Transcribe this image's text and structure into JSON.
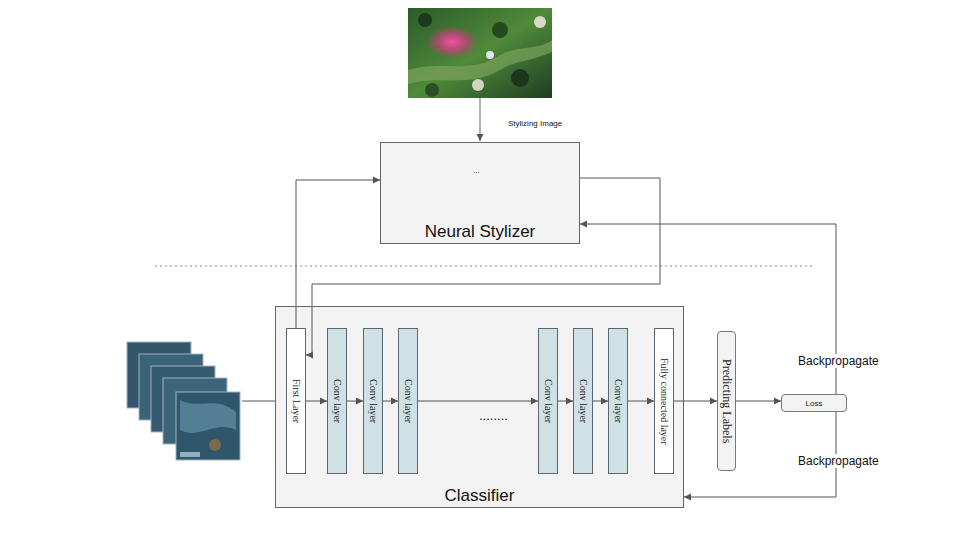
{
  "diagram": {
    "nodes": [
      {
        "text": [
          "Neural Stylizer"
        ]
      },
      {
        "text": [
          "Classifier"
        ]
      },
      {
        "text": [
          "First Layer"
        ],
        "in": 1
      },
      {
        "text": [
          "Conv layer"
        ],
        "in": 1
      },
      {
        "text": [
          "Conv layer"
        ],
        "in": 1
      },
      {
        "text": [
          "Conv layer"
        ],
        "in": 1
      },
      {
        "text": [
          "Conv layer"
        ],
        "in": 1
      },
      {
        "text": [
          "Conv layer"
        ],
        "in": 1
      },
      {
        "text": [
          "Conv layer"
        ],
        "in": 1
      },
      {
        "text": [
          "Fully connected layer"
        ],
        "in": 1
      },
      {
        "text": [
          "Predicting Labels"
        ]
      },
      {
        "text": [
          "Loss"
        ]
      }
    ],
    "edges": [
      {
        "from": 2,
        "to": 3,
        "arrow": "to"
      },
      {
        "from": 3,
        "to": 4,
        "arrow": "to"
      },
      {
        "from": 4,
        "to": 5,
        "arrow": "to"
      },
      {
        "from": 5,
        "to": 6,
        "label": "........",
        "arrow": "to"
      },
      {
        "from": 6,
        "to": 7,
        "arrow": "to"
      },
      {
        "from": 7,
        "to": 8,
        "arrow": "to"
      },
      {
        "from": 8,
        "to": 9,
        "arrow": "to"
      },
      {
        "from": 9,
        "to": 10,
        "arrow": "to"
      },
      {
        "from": 10,
        "to": 11,
        "arrow": "to"
      },
      {
        "from": 11,
        "to": 0,
        "label": "Backpropagate",
        "arrow": "to"
      },
      {
        "from": 11,
        "to": 1,
        "label": "Backpropagate",
        "arrow": "to"
      },
      {
        "from": 2,
        "to": 0,
        "arrow": "to"
      },
      {
        "from": 0,
        "to": 2,
        "arrow": "to"
      }
    ],
    "labels": [
      "Stylizing Image",
      "..."
    ]
  }
}
